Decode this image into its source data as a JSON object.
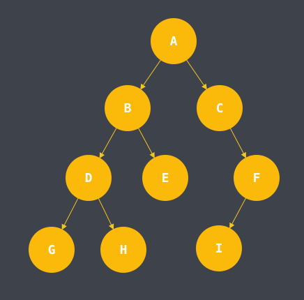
{
  "diagram": {
    "colors": {
      "background": "#3e424a",
      "node_fill": "#fbb909",
      "edge": "#f2c61e",
      "label": "#ffffff"
    },
    "nodes": [
      {
        "id": "A",
        "label": "A"
      },
      {
        "id": "B",
        "label": "B"
      },
      {
        "id": "C",
        "label": "C"
      },
      {
        "id": "D",
        "label": "D"
      },
      {
        "id": "E",
        "label": "E"
      },
      {
        "id": "F",
        "label": "F"
      },
      {
        "id": "G",
        "label": "G"
      },
      {
        "id": "H",
        "label": "H"
      },
      {
        "id": "I",
        "label": "I"
      }
    ],
    "edges": [
      {
        "from": "A",
        "to": "B"
      },
      {
        "from": "A",
        "to": "C"
      },
      {
        "from": "B",
        "to": "D"
      },
      {
        "from": "B",
        "to": "E"
      },
      {
        "from": "C",
        "to": "F"
      },
      {
        "from": "D",
        "to": "G"
      },
      {
        "from": "D",
        "to": "H"
      },
      {
        "from": "F",
        "to": "I"
      }
    ]
  }
}
